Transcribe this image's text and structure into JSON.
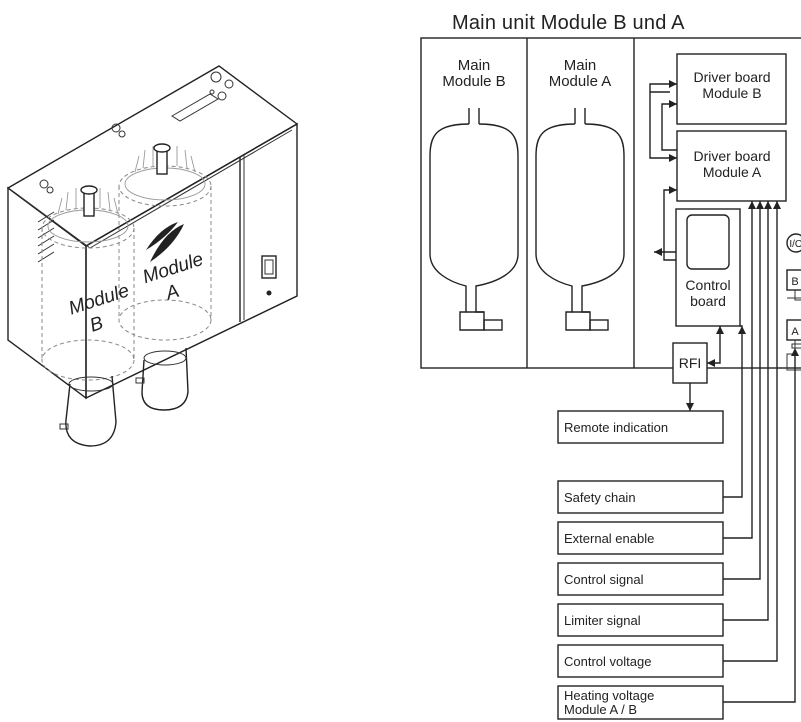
{
  "title": "Main unit Module B und A",
  "compartments": {
    "main_b": [
      "Main",
      "Module B"
    ],
    "main_a": [
      "Main",
      "Module A"
    ]
  },
  "boards": {
    "driver_b": [
      "Driver board",
      "Module B"
    ],
    "driver_a": [
      "Driver board",
      "Module A"
    ],
    "control": [
      "Control",
      "board"
    ],
    "rfi": "RFI"
  },
  "side_labels": {
    "io": "I/O",
    "b": "B",
    "a": "A"
  },
  "device_labels": {
    "module_b": [
      "Module",
      "B"
    ],
    "module_a": [
      "Module",
      "A"
    ]
  },
  "signals": [
    "Remote indication",
    "Safety chain",
    "External enable",
    "Control signal",
    "Limiter signal",
    "Control voltage",
    [
      "Heating voltage",
      "Module A / B"
    ]
  ],
  "colors": {
    "line": "#222222",
    "background": "#ffffff",
    "ghost": "#9a9a9a"
  }
}
